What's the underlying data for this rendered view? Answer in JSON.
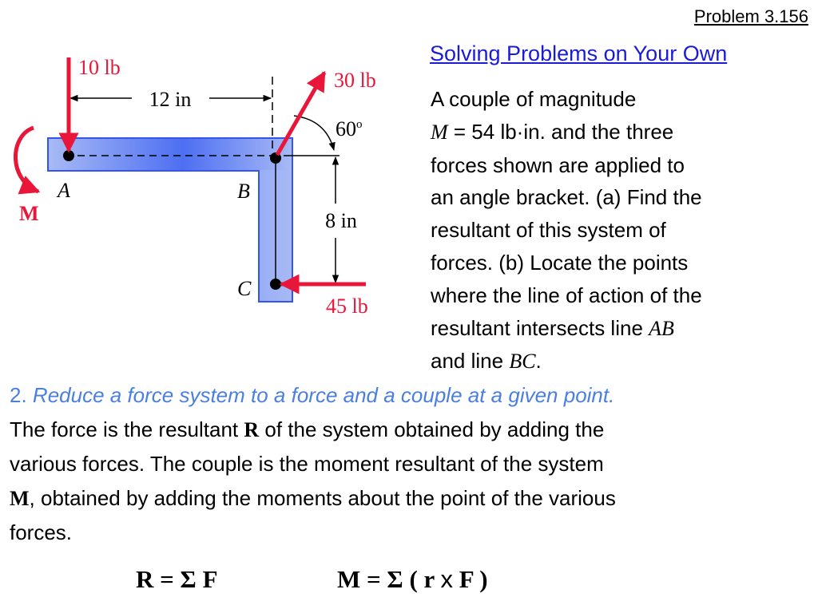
{
  "header": {
    "problem_number": "Problem  3.156",
    "section_title": "Solving Problems on Your Own"
  },
  "problem": {
    "line1": "A couple of magnitude",
    "line2_sym": "M",
    "line2_rest": " = 54 lb·in. and the three",
    "line3": "forces shown are applied to",
    "line4": "an angle bracket.  (a) Find the",
    "line5": "resultant of this system of",
    "line6": "forces. (b) Locate the points",
    "line7": "where the line of action of the",
    "line8_pre": "resultant intersects line ",
    "line8_sym": "AB",
    "line9_pre": "and line ",
    "line9_sym": "BC",
    "line9_post": "."
  },
  "diagram": {
    "force_a": "10 lb",
    "force_b": "30 lb",
    "force_c": "45 lb",
    "dim_ab": "12 in",
    "dim_bc": "8 in",
    "angle": "60",
    "angle_sup": "o",
    "label_a": "A",
    "label_b": "B",
    "label_c": "C",
    "label_m": "M",
    "colors": {
      "force": "#e8173a",
      "bracket_edge": "#3355ee",
      "bracket_fill": "#a8baf5",
      "bracket_center": "#4d6ff2"
    }
  },
  "step": {
    "heading_num": "2.",
    "heading_text": " Reduce a force system to a force and a couple at a given point.",
    "line2_pre": "The force is the resultant ",
    "line2_sym": "R",
    "line2_post": " of the system obtained by adding the",
    "line3": "various forces.  The couple is the moment resultant of the system",
    "line4_sym": "M",
    "line4_post": ", obtained by adding the moments about the point of the various",
    "line5": "forces."
  },
  "equations": {
    "r_eq": "R = Σ F",
    "m_eq_pre": "M = Σ ( r ",
    "m_eq_x": "x",
    "m_eq_post": " F )"
  }
}
